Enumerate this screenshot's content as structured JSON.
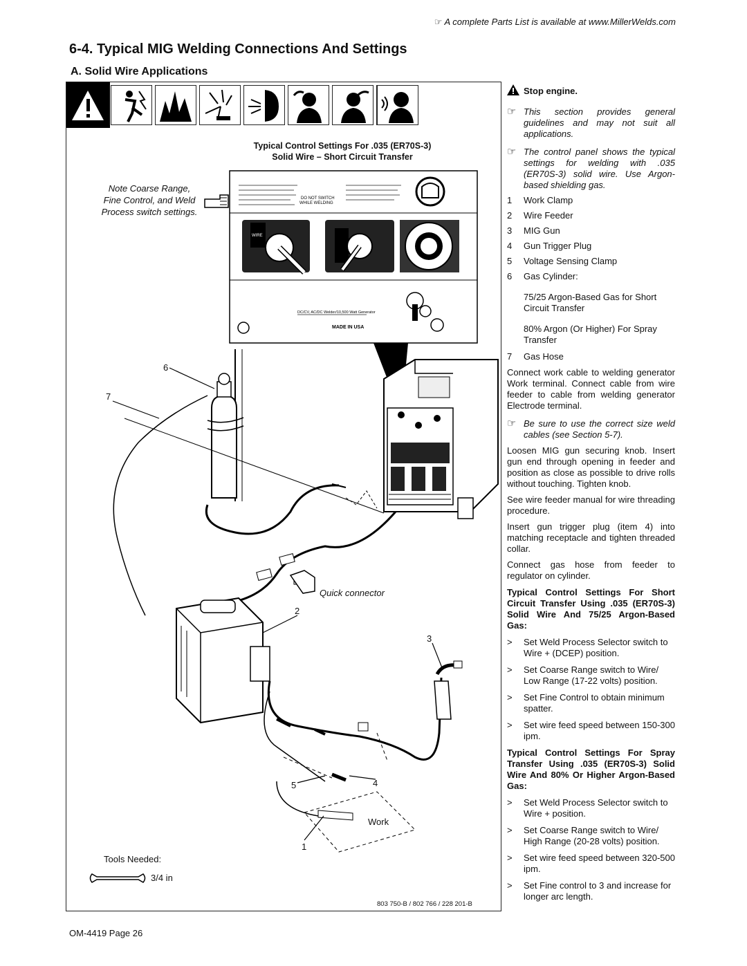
{
  "header_note": "A complete Parts List is available at www.MillerWelds.com",
  "section_title": "6-4.   Typical MIG Welding Connections And Settings",
  "subsection_title": "A.   Solid Wire Applications",
  "figure": {
    "settings_title_line1": "Typical Control Settings For .035 (ER70S-3)",
    "settings_title_line2": "Solid Wire – Short Circuit Transfer",
    "note_left": "Note Coarse Range, Fine Control, and Weld Process switch settings.",
    "quick_connector": "Quick connector",
    "work_label": "Work",
    "tools_needed": "Tools Needed:",
    "tool_size": "3/4 in",
    "part_numbers": "803 750-B / 802 766 / 228 201-B",
    "callouts": [
      "1",
      "2",
      "3",
      "4",
      "5",
      "6",
      "7"
    ],
    "panel_labels": {
      "do_not_switch": "DO NOT SWITCH WHILE WELDING",
      "made_in": "MADE IN USA",
      "generator": "DC/CV, AC/DC Welder/10,500 Watt Generator"
    },
    "warning_icons": [
      "hazard-icon",
      "electric-shock-icon",
      "fire-explosion-icon",
      "arc-rays-icon",
      "fumes-icon",
      "fumes-icon",
      "hot-parts-icon",
      "noise-icon"
    ]
  },
  "right_column": {
    "stop_engine": "Stop engine.",
    "note1": "This section provides general guidelines and may not suit all applications.",
    "note2": "The control panel shows the typical settings for welding with .035 (ER70S-3) solid wire. Use Argon-based shielding gas.",
    "items": [
      {
        "num": "1",
        "label": "Work Clamp"
      },
      {
        "num": "2",
        "label": "Wire Feeder"
      },
      {
        "num": "3",
        "label": "MIG Gun"
      },
      {
        "num": "4",
        "label": "Gun Trigger Plug"
      },
      {
        "num": "5",
        "label": "Voltage Sensing Clamp"
      },
      {
        "num": "6",
        "label": "Gas Cylinder:"
      }
    ],
    "gas_short": "75/25 Argon-Based Gas for Short Circuit Transfer",
    "gas_spray": "80% Argon (Or Higher) For Spray Transfer",
    "item7": {
      "num": "7",
      "label": "Gas Hose"
    },
    "para_connect_work": "Connect work cable to welding generator Work terminal. Connect cable from wire feeder to cable from welding generator Electrode terminal.",
    "note3": "Be sure to use the correct size weld cables (see Section 5-7).",
    "para_loosen": "Loosen MIG gun securing knob. Insert gun end through opening in feeder and position as close as possible to drive rolls without touching. Tighten knob.",
    "para_see_manual": "See wire feeder manual for wire threading procedure.",
    "para_insert_plug": "Insert gun trigger plug (item 4) into matching receptacle and tighten threaded collar.",
    "para_connect_gas": "Connect gas hose from feeder to regulator on cylinder.",
    "short_head": "Typical Control Settings For Short Circuit Transfer Using .035 (ER70S-3) Solid Wire And 75/25 Argon-Based Gas:",
    "short_steps": [
      "Set Weld Process Selector switch to Wire + (DCEP) position.",
      "Set Coarse Range switch to Wire/ Low Range (17-22 volts) position.",
      "Set Fine Control to obtain minimum spatter.",
      "Set wire feed speed between 150-300 ipm."
    ],
    "spray_head": "Typical Control Settings For Spray Transfer Using .035 (ER70S-3) Solid Wire And 80% Or Higher Argon-Based Gas:",
    "spray_steps": [
      "Set Weld Process Selector switch to Wire + position.",
      "Set Coarse Range switch to Wire/ High Range (20-28 volts) position.",
      "Set wire feed speed between 320-500 ipm.",
      "Set Fine control to 3 and increase for longer arc length."
    ]
  },
  "footer": "OM-4419 Page 26"
}
